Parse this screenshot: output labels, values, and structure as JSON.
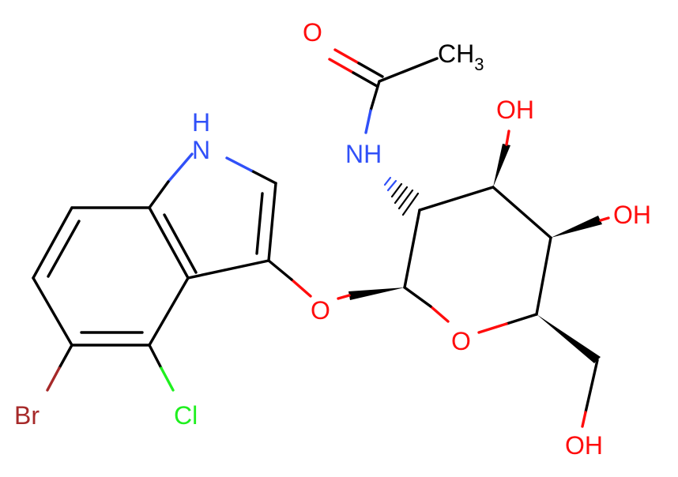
{
  "colors": {
    "O": "#FF0D0D",
    "N": "#3050F8",
    "Cl": "#1FF01F",
    "Br": "#A62929",
    "C": "#000000"
  },
  "labels": {
    "carbonyl_o": "O",
    "methyl_c": "CH",
    "methyl_sub": "3",
    "amide_n": "NH",
    "oh_top": "OH",
    "oh_right": "OH",
    "oh_bottom": "OH",
    "ring_o": "O",
    "glycosidic_o": "O",
    "indole_n": "N",
    "indole_h": "H",
    "chlorine": "Cl",
    "bromine": "Br"
  }
}
